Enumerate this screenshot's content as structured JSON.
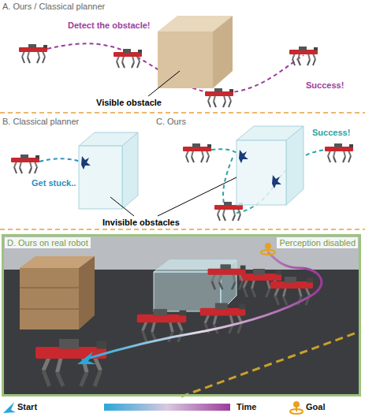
{
  "diagram": {
    "nodes": [
      {
        "text": [
          "D. Ours on real robot",
          "Perception disabled"
        ]
      }
    ],
    "labels": [
      "A. Ours / Classical planner",
      "Detect the obstacle!",
      "Visible obstacle",
      "Success!",
      "B. Classical planner",
      "Get stuck..",
      "C. Ours",
      "Invisible obstacles",
      "Success!"
    ],
    "legend": [
      {
        "text": "Start"
      },
      {
        "text": "Time"
      },
      {
        "text": "Goal"
      }
    ]
  }
}
